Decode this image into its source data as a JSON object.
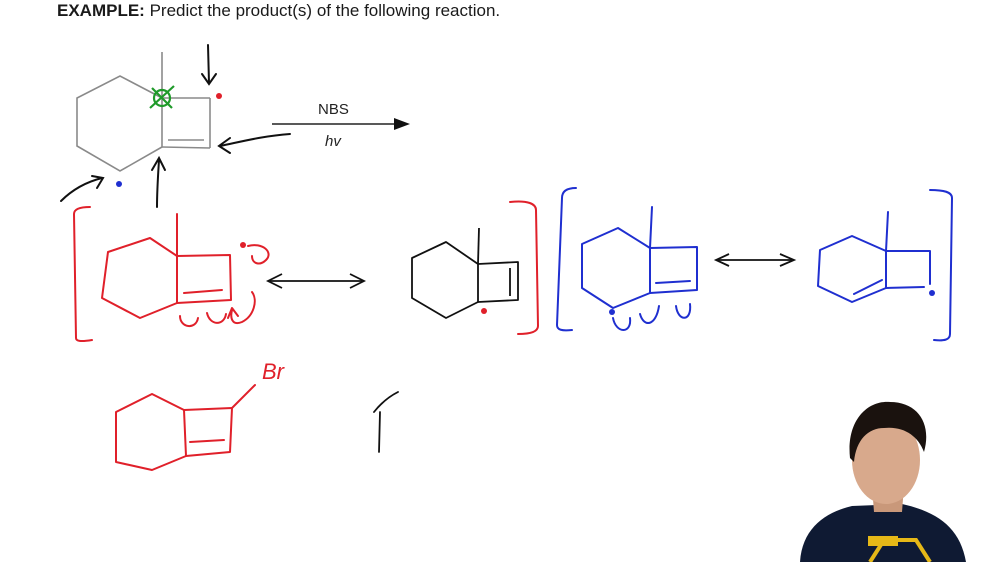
{
  "header": {
    "label": "EXAMPLE:",
    "text": "Predict the product(s) of the following reaction."
  },
  "reaction": {
    "reagent": "NBS",
    "condition": "hv"
  },
  "product": {
    "bromine_label": "Br"
  },
  "colors": {
    "ink": "#111111",
    "skeleton": "#8a8a8a",
    "red": "#e0202a",
    "blue": "#1f2fd0",
    "green": "#1f9a2a"
  },
  "presenter": {
    "description_icon": "person-video-overlay"
  }
}
